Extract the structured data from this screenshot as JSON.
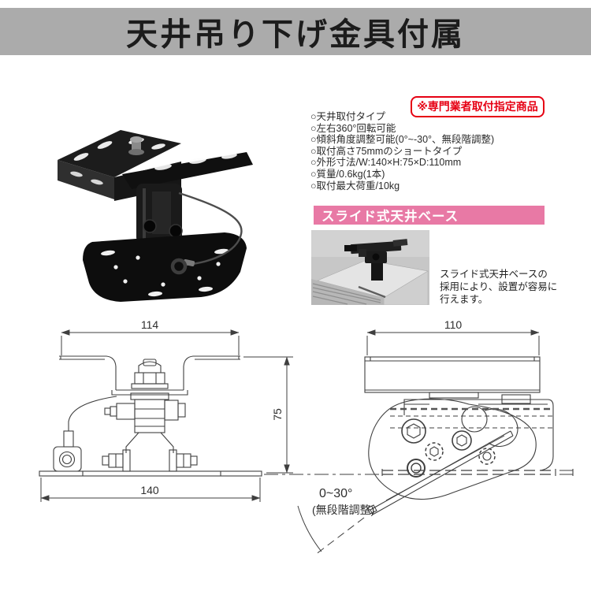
{
  "title": "天井吊り下げ金具付属",
  "badge": "※専門業者取付指定商品",
  "specs": [
    "○天井取付タイプ",
    "○左右360°回転可能",
    "○傾斜角度調整可能(0°~-30°、無段階調整)",
    "○取付高さ75mmのショートタイプ",
    "○外形寸法/W:140×H:75×D:110mm",
    "○質量/0.6kg(1本)",
    "○取付最大荷重/10kg"
  ],
  "slide": {
    "heading": "スライド式天井ベース",
    "caption_lines": [
      "スライド式天井ベースの",
      "採用により、設置が容易に",
      "行えます。"
    ]
  },
  "drawings": {
    "front": {
      "top_width": "114",
      "height": "75",
      "base_width": "140"
    },
    "side": {
      "top_width": "110",
      "angle": "0~30°",
      "angle_note": "(無段階調整)"
    }
  },
  "colors": {
    "banner_gray": "#ababab",
    "badge_red": "#e60013",
    "slide_pink": "#e879a5",
    "drawing_line": "#3f3f3f"
  }
}
